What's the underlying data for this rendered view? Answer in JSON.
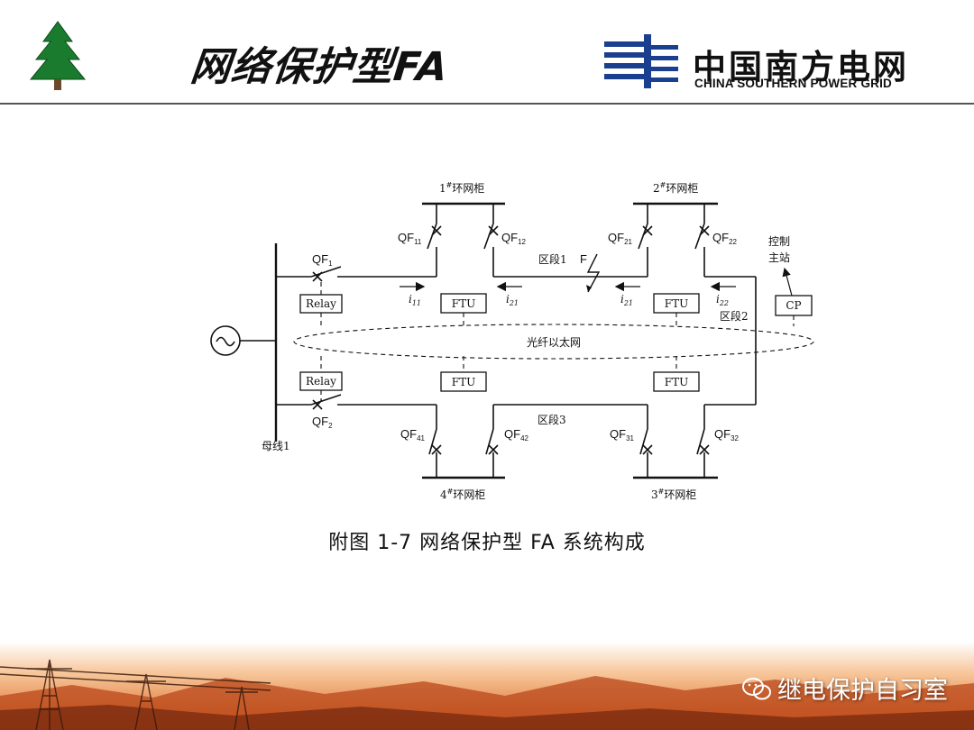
{
  "header": {
    "title": "网络保护型FA",
    "logo_cn": "中国南方电网",
    "logo_en": "CHINA SOUTHERN POWER GRID"
  },
  "diagram": {
    "ring_cabinets": [
      "1#环网柜",
      "2#环网柜",
      "3#环网柜",
      "4#环网柜"
    ],
    "ring_cabinet_num": [
      "1",
      "2",
      "3",
      "4"
    ],
    "ring_cabinet_text": "环网柜",
    "breakers": [
      {
        "base": "QF",
        "sub": "1"
      },
      {
        "base": "QF",
        "sub": "2"
      },
      {
        "base": "QF",
        "sub": "11"
      },
      {
        "base": "QF",
        "sub": "12"
      },
      {
        "base": "QF",
        "sub": "21"
      },
      {
        "base": "QF",
        "sub": "22"
      },
      {
        "base": "QF",
        "sub": "31"
      },
      {
        "base": "QF",
        "sub": "32"
      },
      {
        "base": "QF",
        "sub": "41"
      },
      {
        "base": "QF",
        "sub": "42"
      }
    ],
    "currents": [
      {
        "base": "i",
        "sub": "11"
      },
      {
        "base": "i",
        "sub": "21"
      },
      {
        "base": "i",
        "sub": "21"
      },
      {
        "base": "i",
        "sub": "22"
      }
    ],
    "relay_label": "Relay",
    "ftu_label": "FTU",
    "cp_label": "CP",
    "segment1": "区段1",
    "segment2": "区段2",
    "segment3": "区段3",
    "fault_label": "F",
    "ethernet_label": "光纤以太网",
    "control_station_line1": "控制",
    "control_station_line2": "主站",
    "busbar_label": "母线1"
  },
  "caption": "附图 1-7  网络保护型 FA 系统构成",
  "footer": {
    "wechat_label": "继电保护自习室"
  },
  "colors": {
    "tree": "#1a7a2e",
    "logo_blue": "#1b3f8f",
    "footer_orange": "#e98a3a"
  }
}
